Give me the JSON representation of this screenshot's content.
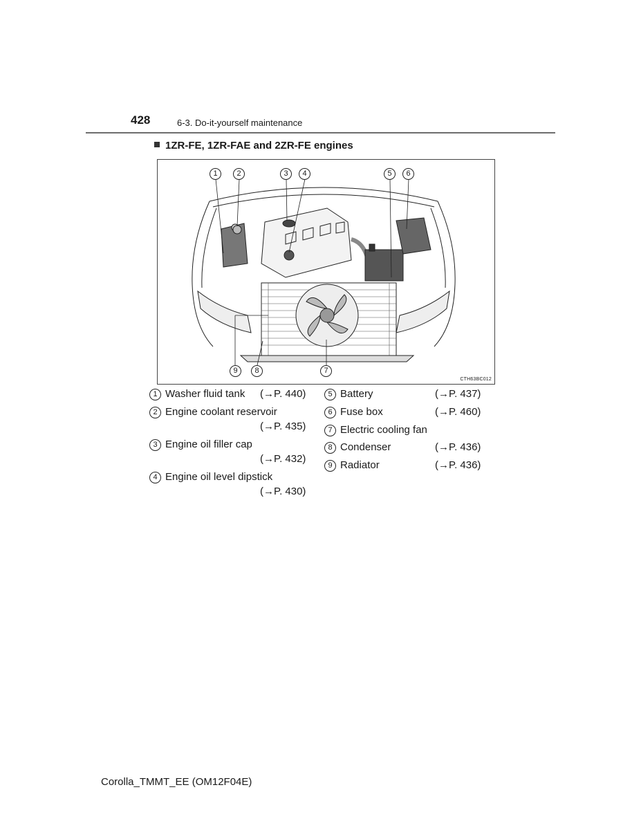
{
  "header": {
    "page_number": "428",
    "section": "6-3. Do-it-yourself maintenance"
  },
  "subheading": "1ZR-FE, 1ZR-FAE and 2ZR-FE engines",
  "figure": {
    "code": "CTH63BC012",
    "callouts": [
      "1",
      "2",
      "3",
      "4",
      "5",
      "6",
      "7",
      "8",
      "9"
    ]
  },
  "legend_left": [
    {
      "num": "1",
      "label": "Washer fluid tank",
      "ref": "(→P. 440)"
    },
    {
      "num": "2",
      "label": "Engine coolant reservoir",
      "ref": "(→P. 435)"
    },
    {
      "num": "3",
      "label": "Engine oil filler cap",
      "ref": "(→P. 432)"
    },
    {
      "num": "4",
      "label": "Engine oil level dipstick",
      "ref": "(→P. 430)"
    }
  ],
  "legend_right": [
    {
      "num": "5",
      "label": "Battery",
      "ref": "(→P. 437)"
    },
    {
      "num": "6",
      "label": "Fuse box",
      "ref": "(→P. 460)"
    },
    {
      "num": "7",
      "label": "Electric cooling fan",
      "ref": ""
    },
    {
      "num": "8",
      "label": "Condenser",
      "ref": "(→P. 436)"
    },
    {
      "num": "9",
      "label": "Radiator",
      "ref": "(→P. 436)"
    }
  ],
  "footer": "Corolla_TMMT_EE (OM12F04E)"
}
